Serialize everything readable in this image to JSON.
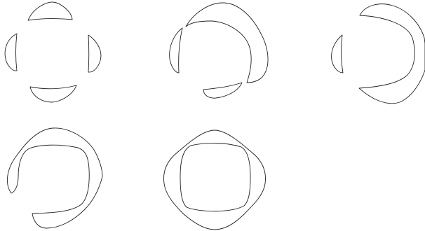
{
  "figure": {
    "panel_count": 5,
    "panels": [
      {
        "id": "stage-1",
        "piece_count": 4
      },
      {
        "id": "stage-2",
        "piece_count": 3
      },
      {
        "id": "stage-3",
        "piece_count": 2
      },
      {
        "id": "stage-4",
        "piece_count": 1
      },
      {
        "id": "stage-5",
        "piece_count": 1
      }
    ],
    "stroke_color": "#222222",
    "background_color": "#ffffff"
  }
}
